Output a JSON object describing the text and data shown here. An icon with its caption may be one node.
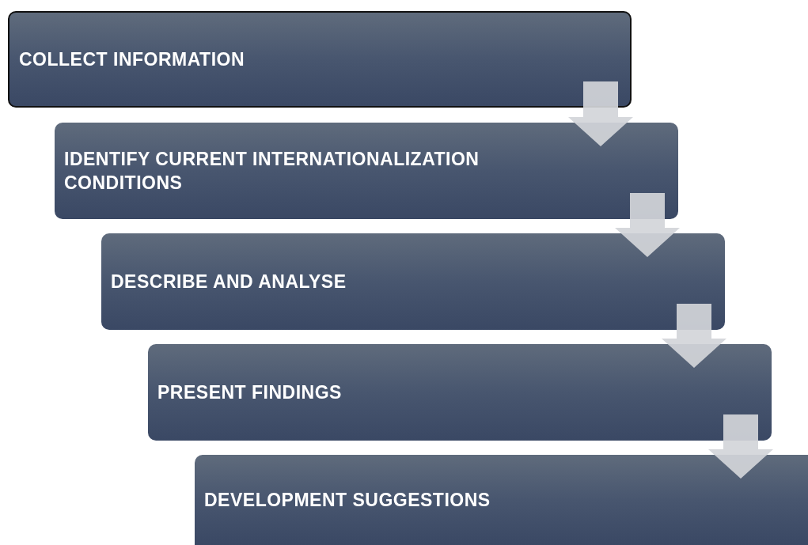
{
  "diagram": {
    "nodes": [
      {
        "text": [
          "COLLECT INFORMATION"
        ]
      },
      {
        "text": [
          "IDENTIFY CURRENT INTERNATIONALIZATION CONDITIONS"
        ]
      },
      {
        "text": [
          "DESCRIBE AND ANALYSE"
        ]
      },
      {
        "text": [
          "PRESENT FINDINGS"
        ]
      },
      {
        "text": [
          "DEVELOPMENT SUGGESTIONS"
        ]
      }
    ],
    "edges": [
      {
        "from": 0,
        "to": 1,
        "arrow": "to"
      },
      {
        "from": 1,
        "to": 2,
        "arrow": "to"
      },
      {
        "from": 2,
        "to": 3,
        "arrow": "to"
      },
      {
        "from": 3,
        "to": 4,
        "arrow": "to"
      }
    ]
  }
}
